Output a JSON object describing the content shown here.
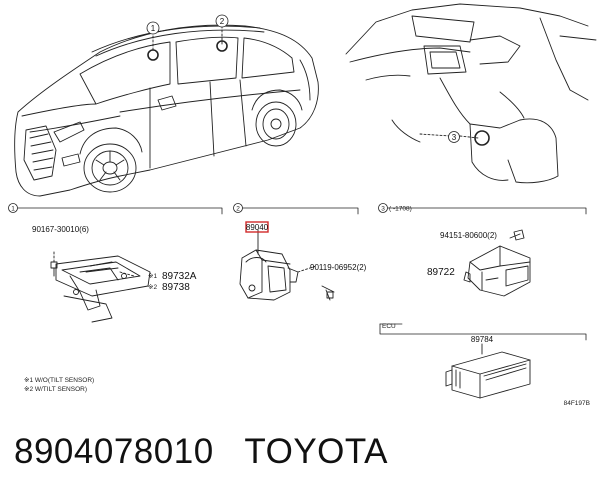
{
  "callouts": {
    "one": "1",
    "two": "2",
    "three": "3"
  },
  "sections": {
    "s1": {
      "num": "1",
      "parts": [
        "90167-30010(6)",
        "※1",
        "89732A",
        "※2",
        "89738"
      ]
    },
    "s2": {
      "num": "2",
      "parts": [
        "89040",
        "90119-06952(2)"
      ]
    },
    "s3": {
      "num": "3",
      "range": "(   -1708)",
      "parts": [
        "94151-80600(2)",
        "89722"
      ]
    },
    "ecu": {
      "title": "ECU",
      "parts": [
        "89784"
      ]
    }
  },
  "notes": [
    "※1 W/O(TILT SENSOR)",
    "※2 W/TILT SENSOR)"
  ],
  "ref_code": "84F197B",
  "footer": {
    "part_number": "8904078010",
    "brand": "TOYOTA"
  }
}
